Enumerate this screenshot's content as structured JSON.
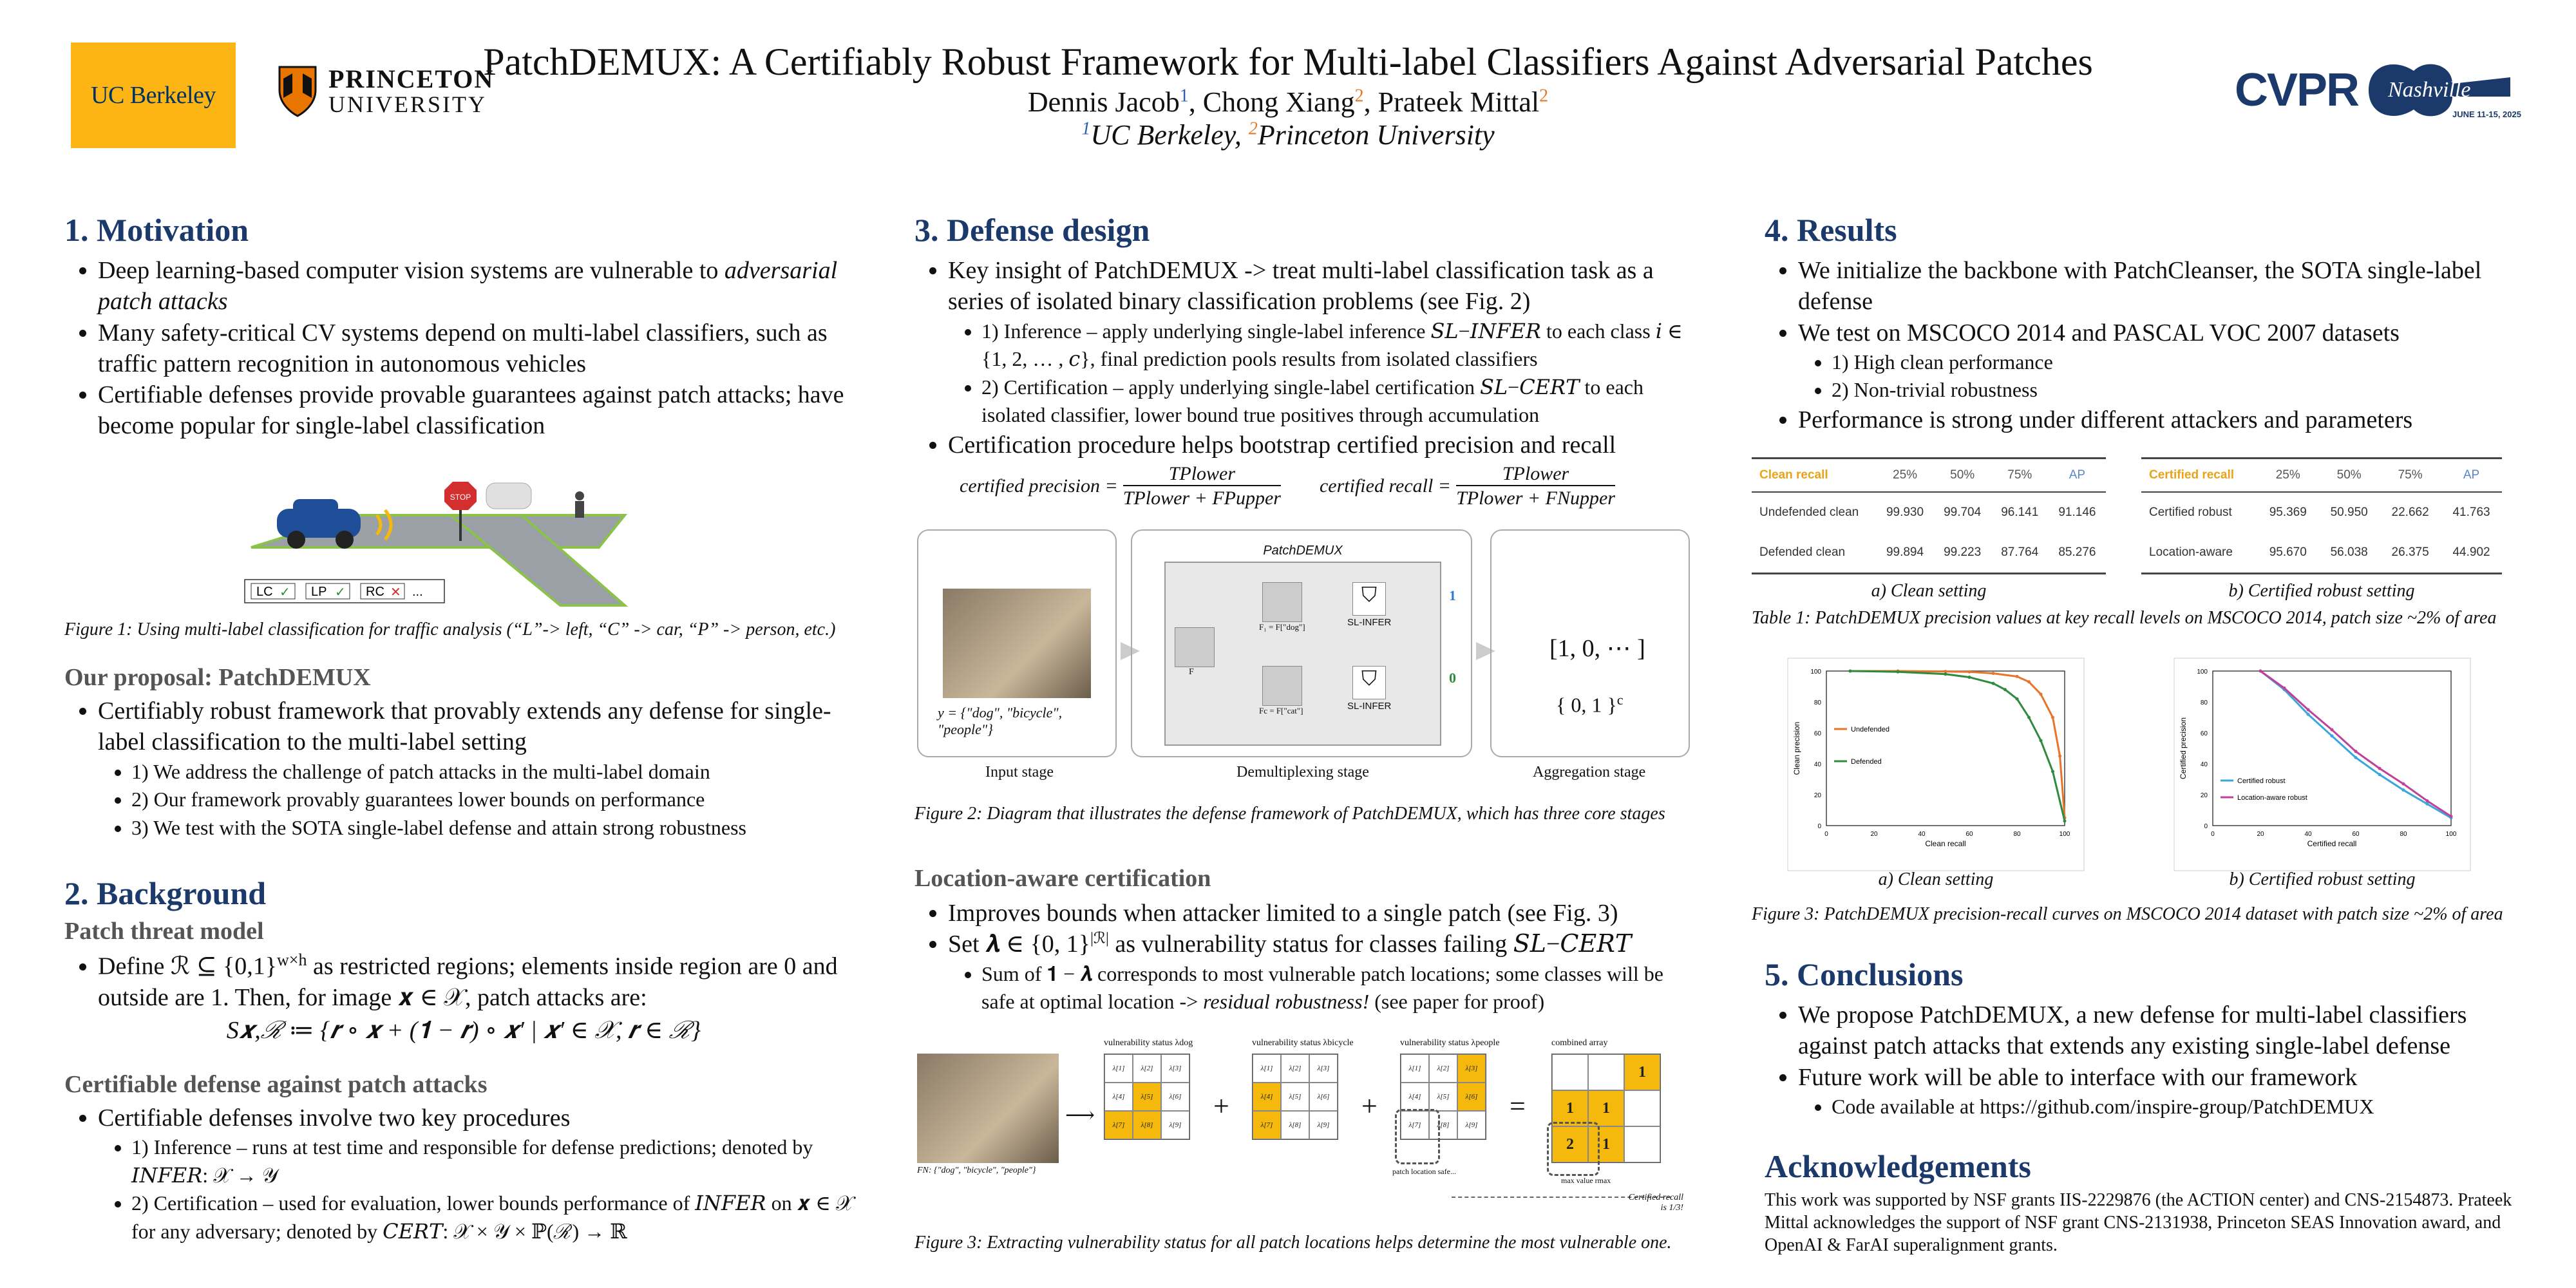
{
  "header": {
    "logo_left": "UC Berkeley",
    "logo_princeton_1": "PRINCETON",
    "logo_princeton_2": "UNIVERSITY",
    "title": "PatchDEMUX: A Certifiably Robust Framework for Multi-label Classifiers Against Adversarial Patches",
    "author1": "Dennis Jacob",
    "author2": "Chong Xiang",
    "author3": "Prateek Mittal",
    "sup1": "1",
    "sup2": "2",
    "affil1": "UC Berkeley, ",
    "affil2": "Princeton University",
    "cvpr": "CVPR",
    "cvpr_city": "Nashville",
    "cvpr_dates": "JUNE 11-15, 2025"
  },
  "motivation": {
    "heading": "1. Motivation",
    "b1a": "Deep learning-based computer vision systems are vulnerable to ",
    "b1b": "adversarial patch attacks",
    "b2": "Many safety-critical CV systems depend on multi-label classifiers, such as traffic pattern recognition in autonomous vehicles",
    "b3": "Certifiable defenses provide provable guarantees against patch attacks; have become popular for single-label classification",
    "fig1_caption": "Figure 1: Using multi-label classification for traffic analysis (“L”-> left, “C” -> car, “P” -> person, etc.)",
    "fig1_labels": [
      "LC",
      "LP",
      "RC",
      "..."
    ],
    "stop": "STOP"
  },
  "proposal": {
    "heading": "Our proposal: PatchDEMUX",
    "b1": "Certifiably robust framework that provably extends any defense for single-label classification to the multi-label setting",
    "s1": "1) We address the challenge of patch attacks in the multi-label domain",
    "s2": "2) Our framework provably guarantees lower bounds on performance",
    "s3": "3) We test with the SOTA single-label defense and attain strong robustness"
  },
  "background": {
    "heading": "2. Background",
    "threat_heading": "Patch threat model",
    "t1": "Define ℛ ⊆ {0,1}",
    "t1sup": "w×h",
    "t1b": " as restricted regions; elements inside region are 0 and outside are 1. Then, for image 𝒙 ∈ 𝒳, patch attacks are:",
    "t_formula": "S𝒙,ℛ ≔ {𝒓 ∘ 𝒙 + (𝟏 − 𝒓) ∘ 𝒙′ | 𝒙′ ∈ 𝒳, 𝒓 ∈ ℛ}",
    "cert_heading": "Certifiable defense against patch attacks",
    "c1": "Certifiable defenses involve two key procedures",
    "c_s1": "1) Inference – runs at test time and responsible for defense predictions; denoted by 𝐼𝑁𝐹𝐸𝑅: 𝒳 → 𝒴",
    "c_s2": "2) Certification – used for evaluation, lower bounds performance of 𝐼𝑁𝐹𝐸𝑅 on 𝒙 ∈ 𝒳 for any adversary; denoted by 𝐶𝐸𝑅𝑇: 𝒳 × 𝒴 × ℙ(ℛ) → ℝ"
  },
  "defense": {
    "heading": "3. Defense design",
    "b1": "Key insight of PatchDEMUX -> treat multi-label classification task as a series of isolated binary classification problems (see Fig. 2)",
    "s1": "1) Inference – apply underlying single-label inference 𝑆𝐿−𝐼𝑁𝐹𝐸𝑅 to each class 𝑖 ∈ {1, 2, … , 𝑐}, final prediction pools results from isolated classifiers",
    "s2": "2) Certification – apply underlying single-label certification 𝑆𝐿−𝐶𝐸𝑅𝑇 to each isolated classifier, lower bound true positives through accumulation",
    "b2": "Certification procedure helps bootstrap certified precision and recall",
    "f1_lhs": "certified precision =",
    "f1_num": "TPlower",
    "f1_den": "TPlower + FPupper",
    "f2_lhs": "certified recall =",
    "f2_num": "TPlower",
    "f2_den": "TPlower + FNupper",
    "fig2_box_title": "PatchDEMUX",
    "fig2_y": "y = {\"dog\", \"bicycle\", \"people\"}",
    "fig2_sl": "SL-INFER",
    "fig2_f": "F",
    "fig2_fdog": "F₁ = F[\"dog\"]",
    "fig2_fcat": "Fc = F[\"cat\"]",
    "fig2_out1": "1",
    "fig2_out0": "0",
    "fig2_agg1": "[1, 0, ⋯ ]",
    "fig2_agg2": "{ 0, 1 }",
    "fig2_agg2sup": "c",
    "stage1": "Input stage",
    "stage2": "Demultiplexing stage",
    "stage3": "Aggregation stage",
    "fig2_caption": "Figure 2: Diagram that illustrates the defense framework of PatchDEMUX, which has three core stages",
    "loc_heading": "Location-aware certification",
    "l1": "Improves bounds when attacker limited to a single patch (see Fig. 3)",
    "l2": "Set 𝝀 ∈ {0, 1}",
    "l2sup": "|ℛ|",
    "l2b": " as vulnerability status for classes failing 𝑆𝐿−𝐶𝐸𝑅𝑇",
    "l_s1a": "Sum of 𝟏 − 𝝀 corresponds to most vulnerable patch locations; some classes will be safe at optimal location -> ",
    "l_s1b": "residual robustness!",
    "l_s1c": " (see paper for proof)",
    "fig3_fn": "FN: {\"dog\", \"bicycle\", \"people\"}",
    "fig3_v1": "vulnerability status λdog",
    "fig3_v2": "vulnerability status λbicycle",
    "fig3_v3": "vulnerability status λpeople",
    "fig3_comb": "combined array",
    "fig3_patchloc": "patch location safe...",
    "fig3_maxval": "max value rmax",
    "fig3_certrec": "Certified recall is 1/3!",
    "fig3_grid_vals": [
      "1",
      "1",
      "1",
      "2",
      "1"
    ],
    "fig3_caption": "Figure 3: Extracting vulnerability status for all patch locations helps determine the most vulnerable one."
  },
  "results": {
    "heading": "4. Results",
    "b1": "We initialize the backbone with PatchCleanser, the SOTA single-label defense",
    "b2": "We test on MSCOCO 2014 and PASCAL VOC 2007 datasets",
    "s1": "1) High clean performance",
    "s2": "2) Non-trivial robustness",
    "b3": "Performance is strong under different attackers and parameters",
    "table_a": {
      "header": [
        "Clean recall",
        "25%",
        "50%",
        "75%",
        "AP"
      ],
      "rows": [
        [
          "Undefended clean",
          "99.930",
          "99.704",
          "96.141",
          "91.146"
        ],
        [
          "Defended clean",
          "99.894",
          "99.223",
          "87.764",
          "85.276"
        ]
      ],
      "caption": "a) Clean setting"
    },
    "table_b": {
      "header": [
        "Certified recall",
        "25%",
        "50%",
        "75%",
        "AP"
      ],
      "rows": [
        [
          "Certified robust",
          "95.369",
          "50.950",
          "22.662",
          "41.763"
        ],
        [
          "Location-aware",
          "95.670",
          "56.038",
          "26.375",
          "44.902"
        ]
      ],
      "caption": "b) Certified robust setting"
    },
    "table_caption": "Table 1: PatchDEMUX precision values at key recall levels on MSCOCO 2014, patch size ~2% of area",
    "plot_a_caption": "a) Clean setting",
    "plot_b_caption": "b) Certified robust setting",
    "fig3_caption": "Figure 3: PatchDEMUX precision-recall curves on MSCOCO 2014 dataset with patch size ~2% of area"
  },
  "chart_data": [
    {
      "type": "line",
      "xlabel": "Clean recall",
      "ylabel": "Clean precision",
      "xlim": [
        0,
        100
      ],
      "ylim": [
        0,
        100
      ],
      "xticks": [
        "0",
        "20",
        "40",
        "60",
        "80",
        "100"
      ],
      "yticks": [
        "0",
        "20",
        "40",
        "60",
        "80",
        "100"
      ],
      "legend": "left",
      "series": [
        {
          "name": "Undefended",
          "color": "#e8742a",
          "x": [
            10,
            30,
            50,
            60,
            70,
            80,
            85,
            90,
            95,
            98,
            100
          ],
          "y": [
            100,
            100,
            99.7,
            99.5,
            98.5,
            96.5,
            93,
            85,
            70,
            45,
            5
          ]
        },
        {
          "name": "Defended",
          "color": "#2e8b3e",
          "x": [
            10,
            30,
            50,
            60,
            70,
            75,
            80,
            85,
            90,
            95,
            100
          ],
          "y": [
            100,
            99.5,
            98,
            96,
            92,
            88,
            82,
            70,
            55,
            35,
            3
          ]
        }
      ]
    },
    {
      "type": "line",
      "xlabel": "Certified recall",
      "ylabel": "Certified precision",
      "xlim": [
        0,
        100
      ],
      "ylim": [
        0,
        100
      ],
      "xticks": [
        "0",
        "20",
        "40",
        "60",
        "80",
        "100"
      ],
      "yticks": [
        "0",
        "20",
        "40",
        "60",
        "80",
        "100"
      ],
      "legend": "bottom-left",
      "series": [
        {
          "name": "Certified robust",
          "color": "#3aa6d9",
          "x": [
            20,
            30,
            40,
            50,
            60,
            70,
            80,
            90,
            100
          ],
          "y": [
            100,
            88,
            72,
            58,
            44,
            33,
            23,
            14,
            5
          ]
        },
        {
          "name": "Location-aware robust",
          "color": "#c0409a",
          "x": [
            20,
            30,
            40,
            50,
            60,
            70,
            80,
            90,
            100
          ],
          "y": [
            100,
            89,
            75,
            62,
            48,
            37,
            27,
            16,
            6
          ]
        }
      ]
    }
  ],
  "conclusions": {
    "heading": "5. Conclusions",
    "b1": "We propose PatchDEMUX, a new defense for multi-label classifiers against patch attacks that extends any existing single-label defense",
    "b2": "Future work will be able to interface with our framework",
    "s1": "Code available at https://github.com/inspire-group/PatchDEMUX"
  },
  "ack": {
    "heading": "Acknowledgements",
    "text": "This work was supported by NSF grants IIS-2229876 (the ACTION center) and CNS-2154873. Prateek Mittal acknowledges the support of NSF grant CNS-2131938, Princeton SEAS Innovation award, and OpenAI & FarAI superalignment grants."
  },
  "colors": {
    "heading": "#1b3a6b",
    "accent_orange": "#e8a317",
    "berkeley_gold": "#FDB515"
  }
}
